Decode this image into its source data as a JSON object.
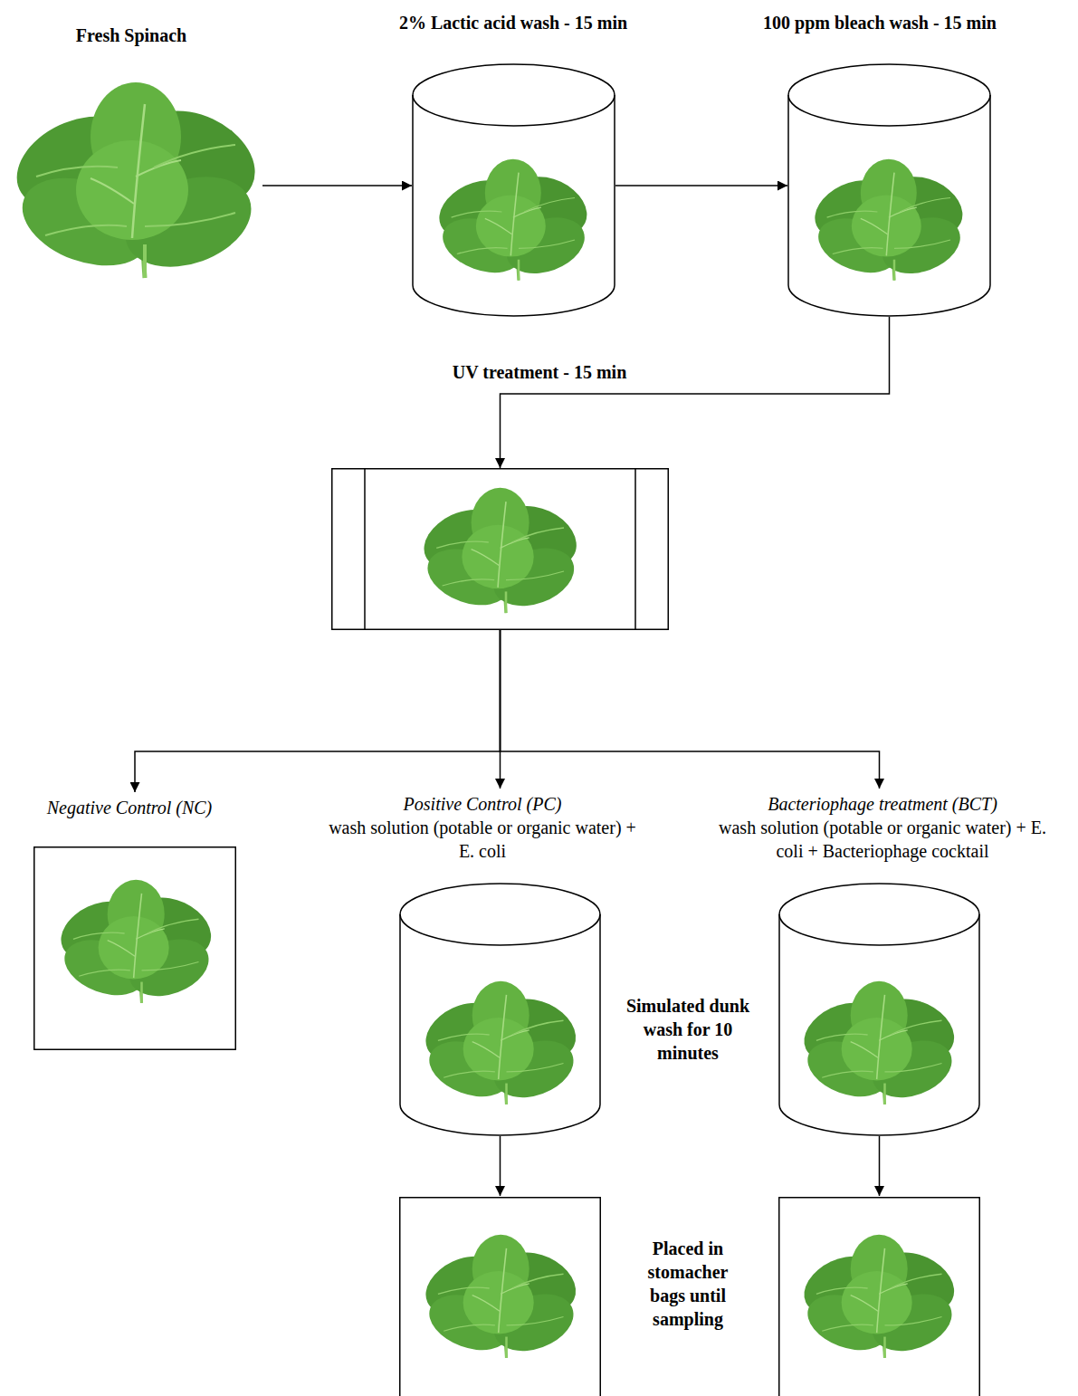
{
  "diagram": {
    "nodes": [
      {
        "text": [
          "Fresh Spinach"
        ]
      },
      {
        "text": [
          "2% Lactic acid wash - 15 min"
        ]
      },
      {
        "text": [
          "100 ppm bleach wash - 15 min"
        ]
      },
      {
        "text": [
          "UV treatment - 15 min"
        ]
      },
      {
        "text": [
          "Negative Control (NC)"
        ]
      },
      {
        "text": [
          "Positive Control (PC)",
          "wash solution (potable or organic water) + E. coli"
        ]
      },
      {
        "text": [
          "Bacteriophage treatment (BCT)",
          "wash solution (potable or organic water) + E. coli + Bacteriophage cocktail"
        ]
      },
      {
        "text": []
      },
      {
        "text": []
      }
    ],
    "edges": [
      {
        "from": 0,
        "to": 1,
        "arrow": "to"
      },
      {
        "from": 1,
        "to": 2,
        "arrow": "to"
      },
      {
        "from": 2,
        "to": 3,
        "arrow": "to"
      },
      {
        "from": 3,
        "to": 4,
        "arrow": "to"
      },
      {
        "from": 3,
        "to": 5,
        "arrow": "to"
      },
      {
        "from": 3,
        "to": 6,
        "arrow": "to"
      },
      {
        "from": 5,
        "to": 7,
        "arrow": "to"
      },
      {
        "from": 6,
        "to": 8,
        "arrow": "to"
      }
    ],
    "labels": [
      "Simulated dunk wash for 10 minutes",
      "Placed in stomacher bags until sampling"
    ]
  }
}
